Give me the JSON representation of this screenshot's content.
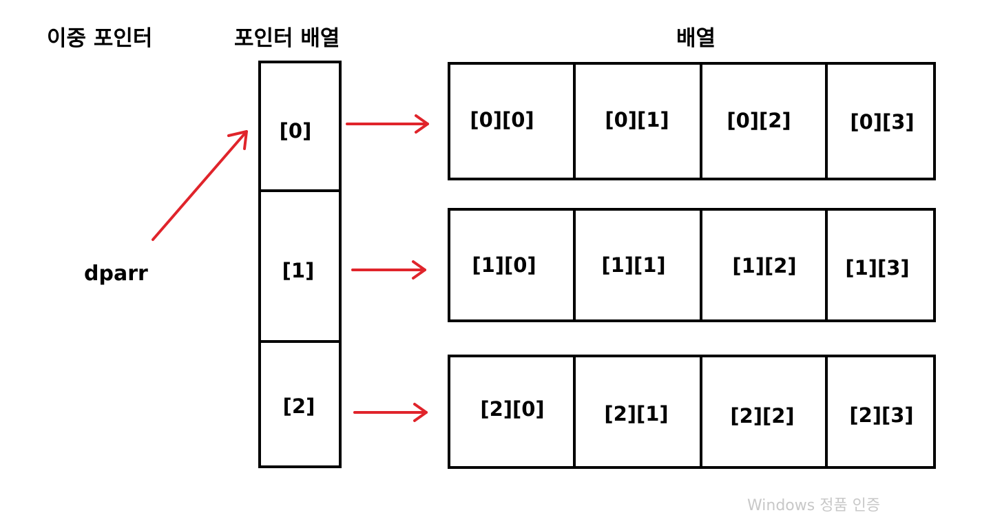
{
  "titles": {
    "double_pointer": "이중 포인터",
    "pointer_array": "포인터 배열",
    "array": "배열"
  },
  "variable": "dparr",
  "pointer_cells": [
    "[0]",
    "[1]",
    "[2]"
  ],
  "array_rows": [
    [
      "[0][0]",
      "[0][1]",
      "[0][2]",
      "[0][3]"
    ],
    [
      "[1][0]",
      "[1][1]",
      "[1][2]",
      "[1][3]"
    ],
    [
      "[2][0]",
      "[2][1]",
      "[2][2]",
      "[2][3]"
    ]
  ],
  "watermark": "Windows 정품 인증",
  "colors": {
    "arrow": "#e0242b",
    "border": "#000000"
  }
}
